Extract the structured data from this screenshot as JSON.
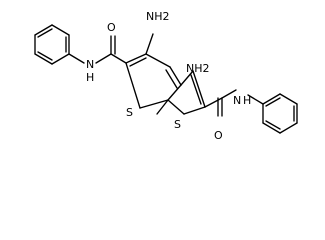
{
  "molecule": {
    "atom_labels": {
      "nh2_top": "NH2",
      "nh2_right": "NH2",
      "o_left": "O",
      "o_right": "O",
      "nh_left": "N",
      "nh_left_h": "H",
      "nh_right": "N",
      "nh_right_h": "H",
      "s_left": "S",
      "s_right": "S"
    }
  }
}
